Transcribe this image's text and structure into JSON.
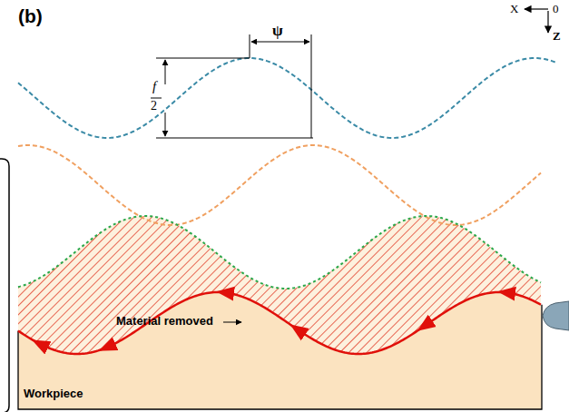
{
  "diagram": {
    "nodes": [
      {
        "text": [
          "Workpiece"
        ]
      }
    ],
    "labels": [
      "(b)",
      "ψ",
      "f",
      "2",
      "X",
      "0",
      "Z",
      "Material removed"
    ]
  }
}
